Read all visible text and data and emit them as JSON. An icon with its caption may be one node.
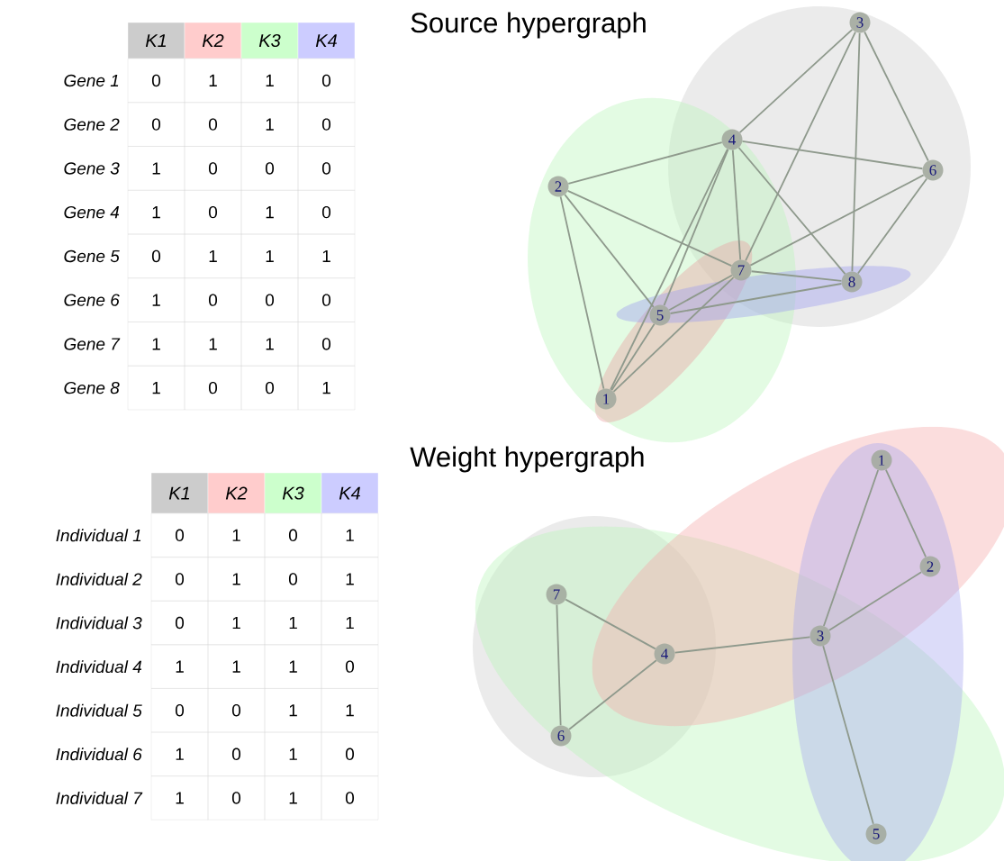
{
  "diagram": {
    "nodes": [
      {
        "text": [
          "1"
        ]
      },
      {
        "text": [
          "2"
        ]
      },
      {
        "text": [
          "3"
        ]
      },
      {
        "text": [
          "4"
        ]
      },
      {
        "text": [
          "5"
        ]
      },
      {
        "text": [
          "6"
        ]
      },
      {
        "text": [
          "7"
        ]
      },
      {
        "text": [
          "8"
        ]
      },
      {
        "text": [
          "1"
        ]
      },
      {
        "text": [
          "2"
        ]
      },
      {
        "text": [
          "3"
        ]
      },
      {
        "text": [
          "4"
        ]
      },
      {
        "text": [
          "5"
        ]
      },
      {
        "text": [
          "6"
        ]
      },
      {
        "text": [
          "7"
        ]
      }
    ],
    "edges": [
      {
        "from": 2,
        "to": 3,
        "arrow": "none"
      },
      {
        "from": 2,
        "to": 6,
        "arrow": "none"
      },
      {
        "from": 2,
        "to": 7,
        "arrow": "none"
      },
      {
        "from": 2,
        "to": 5,
        "arrow": "none"
      },
      {
        "from": 3,
        "to": 1,
        "arrow": "none"
      },
      {
        "from": 3,
        "to": 5,
        "arrow": "none"
      },
      {
        "from": 3,
        "to": 6,
        "arrow": "none"
      },
      {
        "from": 3,
        "to": 7,
        "arrow": "none"
      },
      {
        "from": 3,
        "to": 4,
        "arrow": "none"
      },
      {
        "from": 3,
        "to": 0,
        "arrow": "none"
      },
      {
        "from": 1,
        "to": 6,
        "arrow": "none"
      },
      {
        "from": 1,
        "to": 4,
        "arrow": "none"
      },
      {
        "from": 1,
        "to": 0,
        "arrow": "none"
      },
      {
        "from": 6,
        "to": 4,
        "arrow": "none"
      },
      {
        "from": 6,
        "to": 0,
        "arrow": "none"
      },
      {
        "from": 6,
        "to": 7,
        "arrow": "none"
      },
      {
        "from": 4,
        "to": 7,
        "arrow": "none"
      },
      {
        "from": 4,
        "to": 0,
        "arrow": "none"
      },
      {
        "from": 5,
        "to": 6,
        "arrow": "none"
      },
      {
        "from": 5,
        "to": 7,
        "arrow": "none"
      },
      {
        "from": 8,
        "to": 9,
        "arrow": "none"
      },
      {
        "from": 8,
        "to": 10,
        "arrow": "none"
      },
      {
        "from": 9,
        "to": 10,
        "arrow": "none"
      },
      {
        "from": 10,
        "to": 11,
        "arrow": "none"
      },
      {
        "from": 10,
        "to": 12,
        "arrow": "none"
      },
      {
        "from": 11,
        "to": 14,
        "arrow": "none"
      },
      {
        "from": 11,
        "to": 13,
        "arrow": "none"
      },
      {
        "from": 14,
        "to": 13,
        "arrow": "none"
      }
    ],
    "labels": [
      "Source hypergraph",
      "K1",
      "K2",
      "K3",
      "K4",
      "Gene 1",
      "0",
      "1",
      "1",
      "0",
      "Gene 2",
      "0",
      "0",
      "1",
      "0",
      "Gene 3",
      "1",
      "0",
      "0",
      "0",
      "Gene 4",
      "1",
      "0",
      "1",
      "0",
      "Gene 5",
      "0",
      "1",
      "1",
      "1",
      "Gene 6",
      "1",
      "0",
      "0",
      "0",
      "Gene 7",
      "1",
      "1",
      "1",
      "0",
      "Gene 8",
      "1",
      "0",
      "0",
      "1",
      "Weight hypergraph",
      "K1",
      "K2",
      "K3",
      "K4",
      "Individual 1",
      "0",
      "1",
      "0",
      "1",
      "Individual 2",
      "0",
      "1",
      "0",
      "1",
      "Individual 3",
      "0",
      "1",
      "1",
      "1",
      "Individual 4",
      "1",
      "1",
      "1",
      "0",
      "Individual 5",
      "0",
      "0",
      "1",
      "1",
      "Individual 6",
      "1",
      "0",
      "1",
      "0",
      "Individual 7",
      "1",
      "0",
      "1",
      "0"
    ]
  }
}
